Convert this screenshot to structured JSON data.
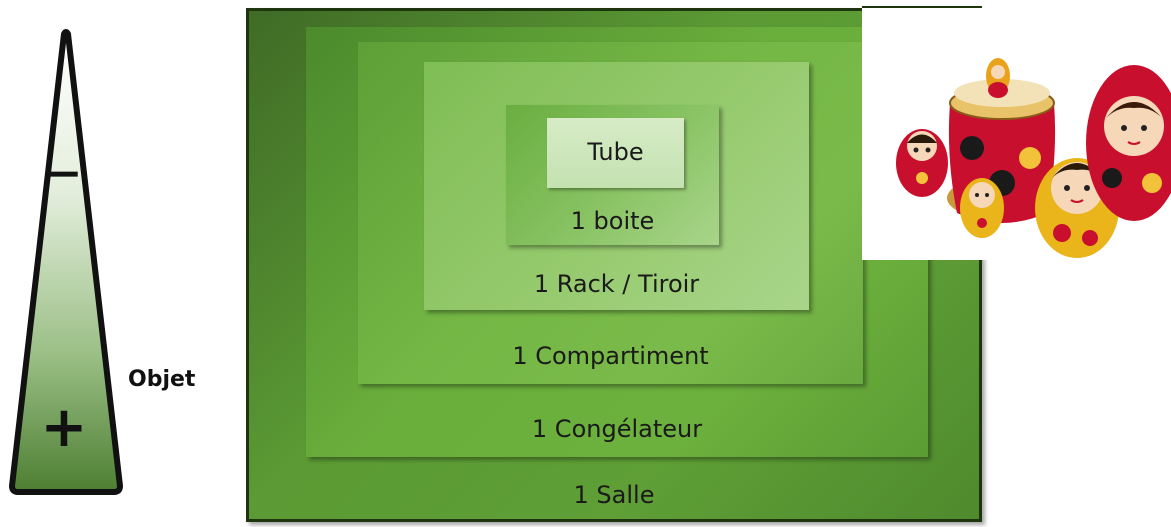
{
  "scale": {
    "minus_symbol": "−",
    "plus_symbol": "+",
    "label": "Objet"
  },
  "levels": {
    "salle": "1 Salle",
    "congelateur": "1 Congélateur",
    "compartiment": "1 Compartiment",
    "rack": "1 Rack / Tiroir",
    "boite": "1 boite",
    "tube": "Tube"
  },
  "picture": {
    "icon": "matryoshka-dolls"
  }
}
